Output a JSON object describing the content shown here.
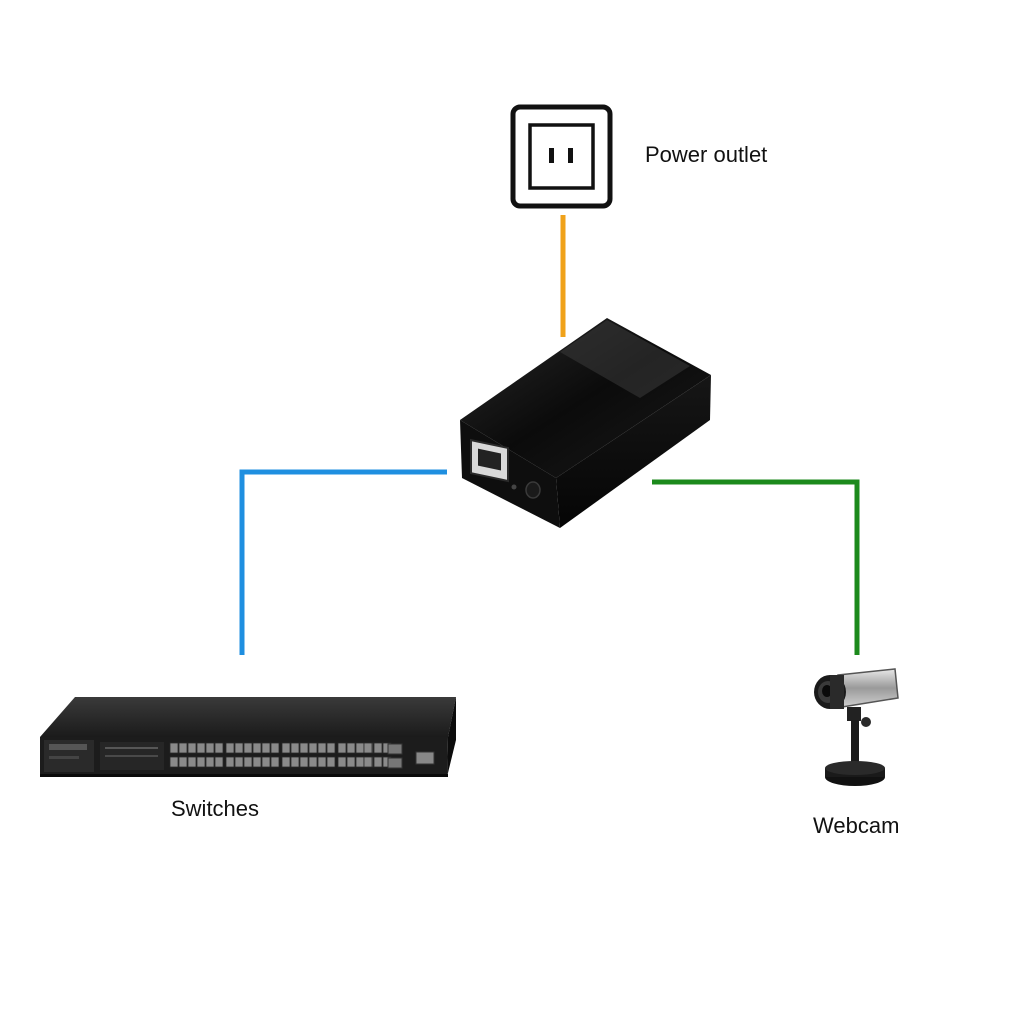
{
  "labels": {
    "power_outlet": "Power outlet",
    "switches": "Switches",
    "webcam": "Webcam"
  },
  "colors": {
    "power_line": "#f0a21a",
    "switch_line": "#1f8fe0",
    "webcam_line": "#1c8a1c",
    "device_body": "#0c0c0c"
  },
  "icons": {
    "outlet": "power-outlet-icon",
    "injector": "poe-injector-icon",
    "switch": "network-switch-icon",
    "webcam": "webcam-icon"
  }
}
